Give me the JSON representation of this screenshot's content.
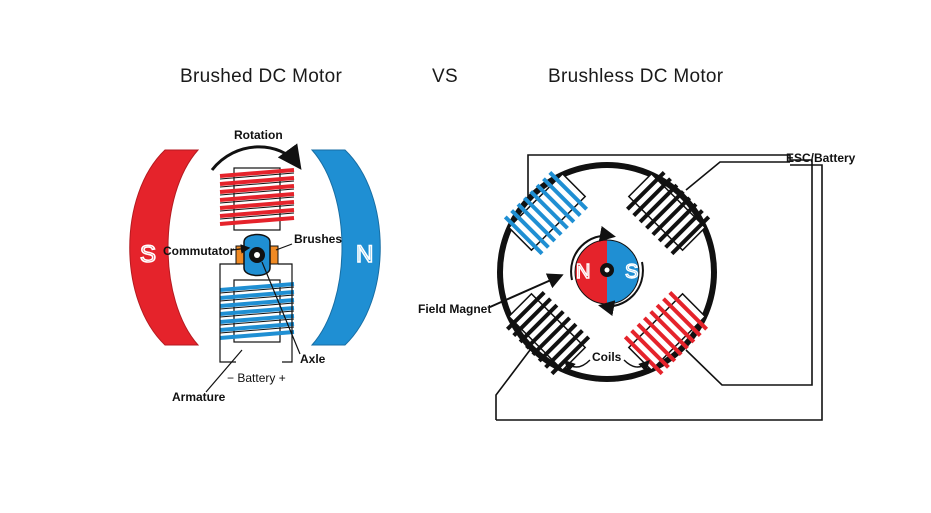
{
  "titles": {
    "left": "Brushed DC Motor",
    "vs": "VS",
    "right": "Brushless DC Motor"
  },
  "labels": {
    "rotation": "Rotation",
    "commutator": "Commutator",
    "brushes": "Brushes",
    "axle": "Axle",
    "battery": "− Battery +",
    "armature": "Armature",
    "esc_battery": "ESC/Battery",
    "field_magnet": "Field Magnet",
    "coils": "Coils"
  },
  "poles": {
    "brushed_left": "S",
    "brushed_right": "N",
    "rotor_left": "N",
    "rotor_right": "S"
  },
  "colors": {
    "red": "#e5232b",
    "blue": "#1f8fd3",
    "black": "#111111",
    "orange": "#f08a24"
  }
}
